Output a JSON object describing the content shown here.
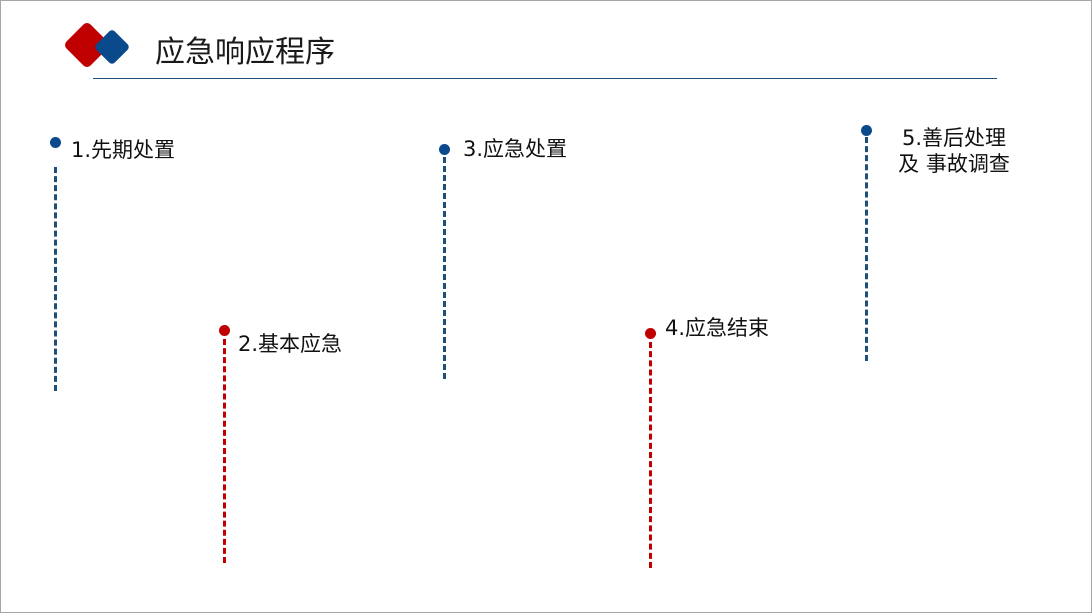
{
  "header": {
    "title": "应急响应程序"
  },
  "colors": {
    "blue": "#0a4a8c",
    "red": "#c00000"
  },
  "steps": [
    {
      "label": "1.先期处置",
      "color": "blue"
    },
    {
      "label": "2.基本应急",
      "color": "red"
    },
    {
      "label": "3.应急处置",
      "color": "blue"
    },
    {
      "label": "4.应急结束",
      "color": "red"
    },
    {
      "label_line1": "5.善后处理",
      "label_line2": "及 事故调查",
      "color": "blue"
    }
  ]
}
